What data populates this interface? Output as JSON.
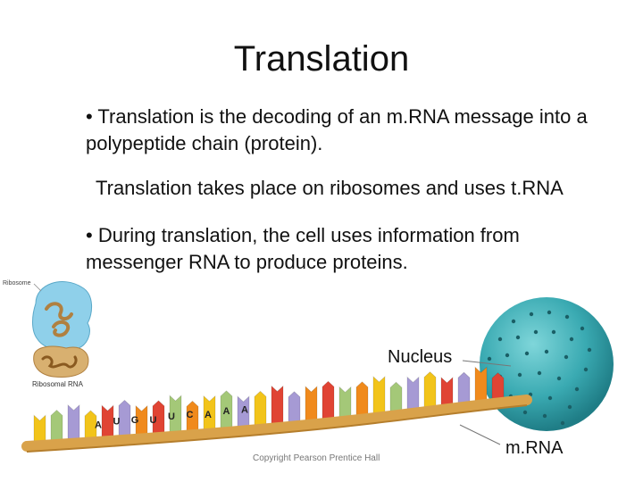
{
  "slide": {
    "title": "Translation",
    "bullet_1": "• Translation is the decoding of an m.RNA message into a polypeptide chain (protein).",
    "line_2": "Translation takes place on ribosomes and uses t.RNA",
    "bullet_3": "• During translation, the cell uses information from messenger RNA to produce proteins."
  },
  "figure": {
    "nucleus_label": "Nucleus",
    "mrna_label": "m.RNA",
    "copyright": "Copyright Pearson Prentice Hall",
    "ribosome_label": "Ribosome",
    "ribosomal_rna_label": "Ribosomal RNA",
    "codon_bases": [
      "A",
      "U",
      "G",
      "U",
      "U",
      "C",
      "A",
      "A",
      "A"
    ],
    "colors": {
      "nucleus": "#3aaab2",
      "backbone": "#d9a24a",
      "ribosome_blue": "#8fd0ea",
      "ribosome_tan": "#d8b070",
      "base_yellow": "#f2c41a",
      "base_orange": "#f08a1c",
      "base_purple": "#a69ad4",
      "base_green": "#a4c878",
      "base_red": "#e04434"
    }
  }
}
